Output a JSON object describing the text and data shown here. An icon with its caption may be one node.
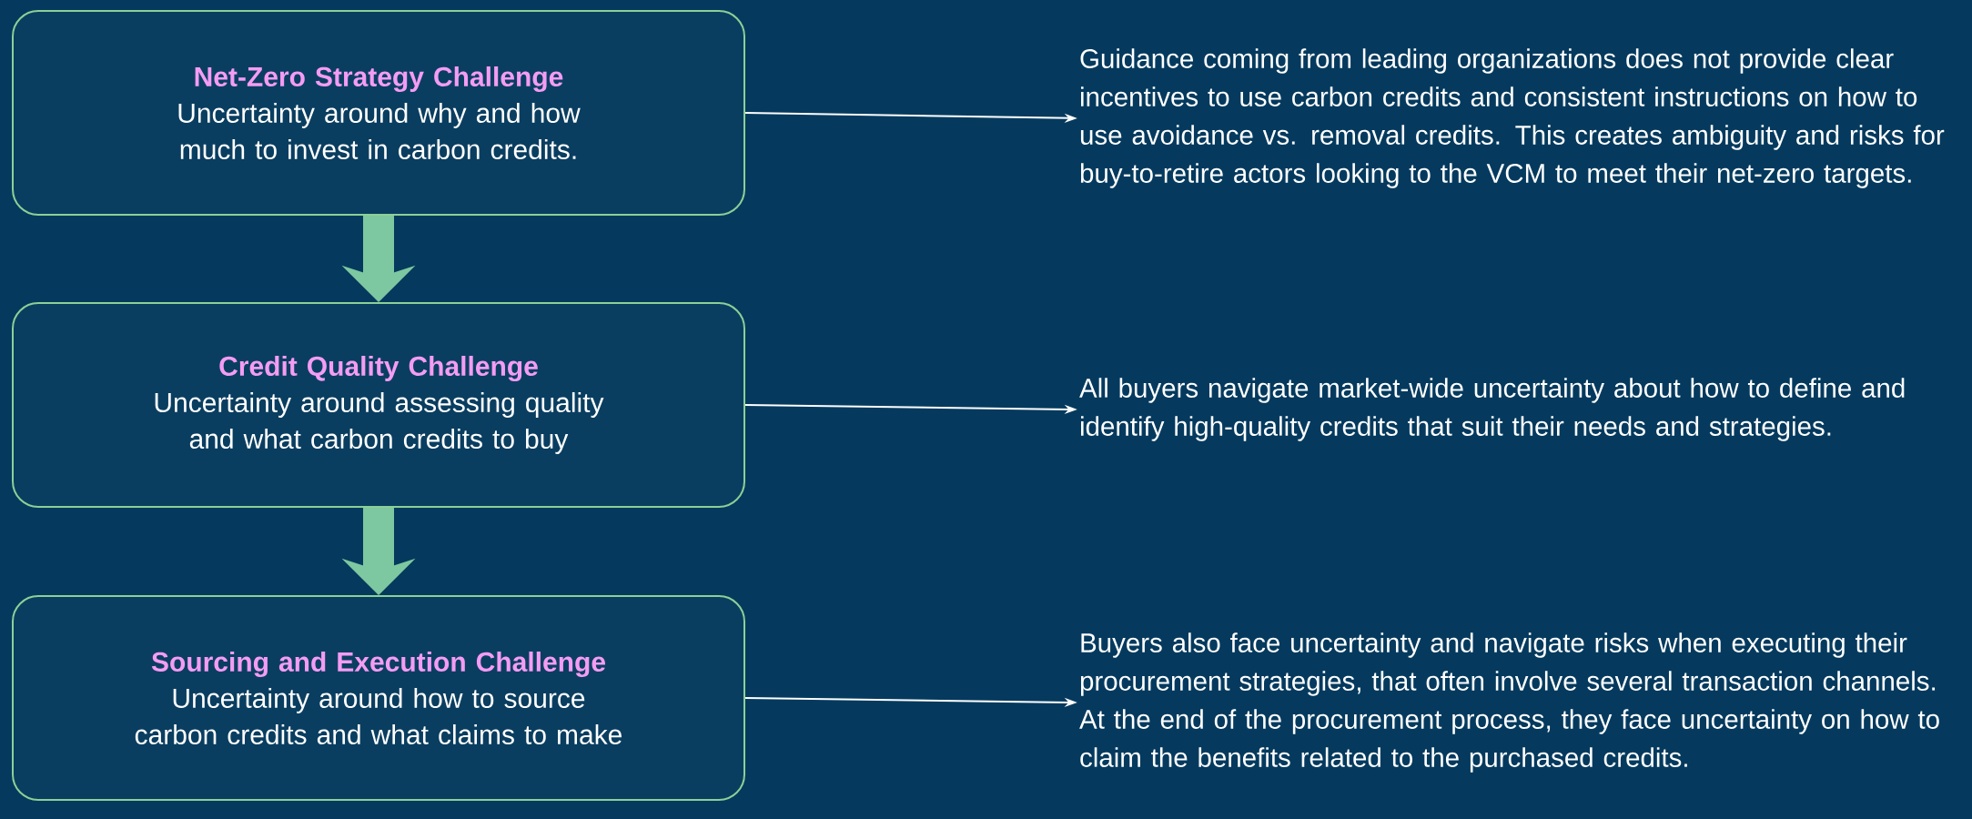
{
  "diagram": {
    "nodes": [
      {
        "text": [
          "Net-Zero Strategy Challenge",
          "Uncertainty around why and how much to invest in carbon credits."
        ]
      },
      {
        "text": [
          "Credit Quality Challenge",
          "Uncertainty around assessing quality and what carbon credits to buy"
        ]
      },
      {
        "text": [
          "Sourcing and Execution Challenge",
          "Uncertainty around how to source carbon credits and what claims to make"
        ]
      },
      {
        "text": [
          "Guidance coming from leading organizations does not provide clear incentives to use carbon credits and consistent instructions on how to use avoidance vs. removal credits. This creates ambiguity and risks for buy-to-retire actors looking to the VCM to meet their net-zero targets."
        ]
      },
      {
        "text": [
          "All buyers navigate market-wide uncertainty about how to define and identify high-quality credits that suit their needs and strategies."
        ]
      },
      {
        "text": [
          "Buyers also face uncertainty and navigate risks when executing their procurement strategies, that often involve several transaction channels. At the end of the procurement process, they face uncertainty on how to claim the benefits related to the purchased credits."
        ]
      }
    ],
    "edges": [
      {
        "from": 0,
        "to": 1,
        "arrow": "to",
        "style": "thick",
        "color": "#7dc8a0"
      },
      {
        "from": 1,
        "to": 2,
        "arrow": "to",
        "style": "thick",
        "color": "#7dc8a0"
      },
      {
        "from": 0,
        "to": 3,
        "arrow": "to"
      },
      {
        "from": 1,
        "to": 4,
        "arrow": "to"
      },
      {
        "from": 2,
        "to": 5,
        "arrow": "to"
      }
    ]
  }
}
